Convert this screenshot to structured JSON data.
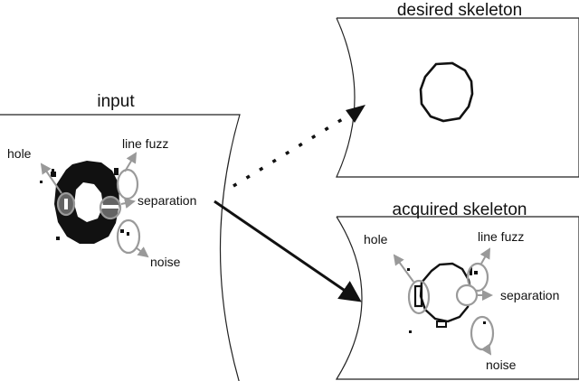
{
  "panels": {
    "input_title": "input",
    "desired_title": "desired skeleton",
    "acquired_title": "acquired skeleton"
  },
  "input_labels": {
    "hole": "hole",
    "line_fuzz": "line fuzz",
    "separation": "separation",
    "noise": "noise"
  },
  "acquired_labels": {
    "hole": "hole",
    "line_fuzz": "line fuzz",
    "separation": "separation",
    "noise": "noise"
  },
  "arrows": [
    {
      "from": "input",
      "to": "desired skeleton",
      "style": "dotted"
    },
    {
      "from": "input",
      "to": "acquired skeleton",
      "style": "solid"
    }
  ]
}
